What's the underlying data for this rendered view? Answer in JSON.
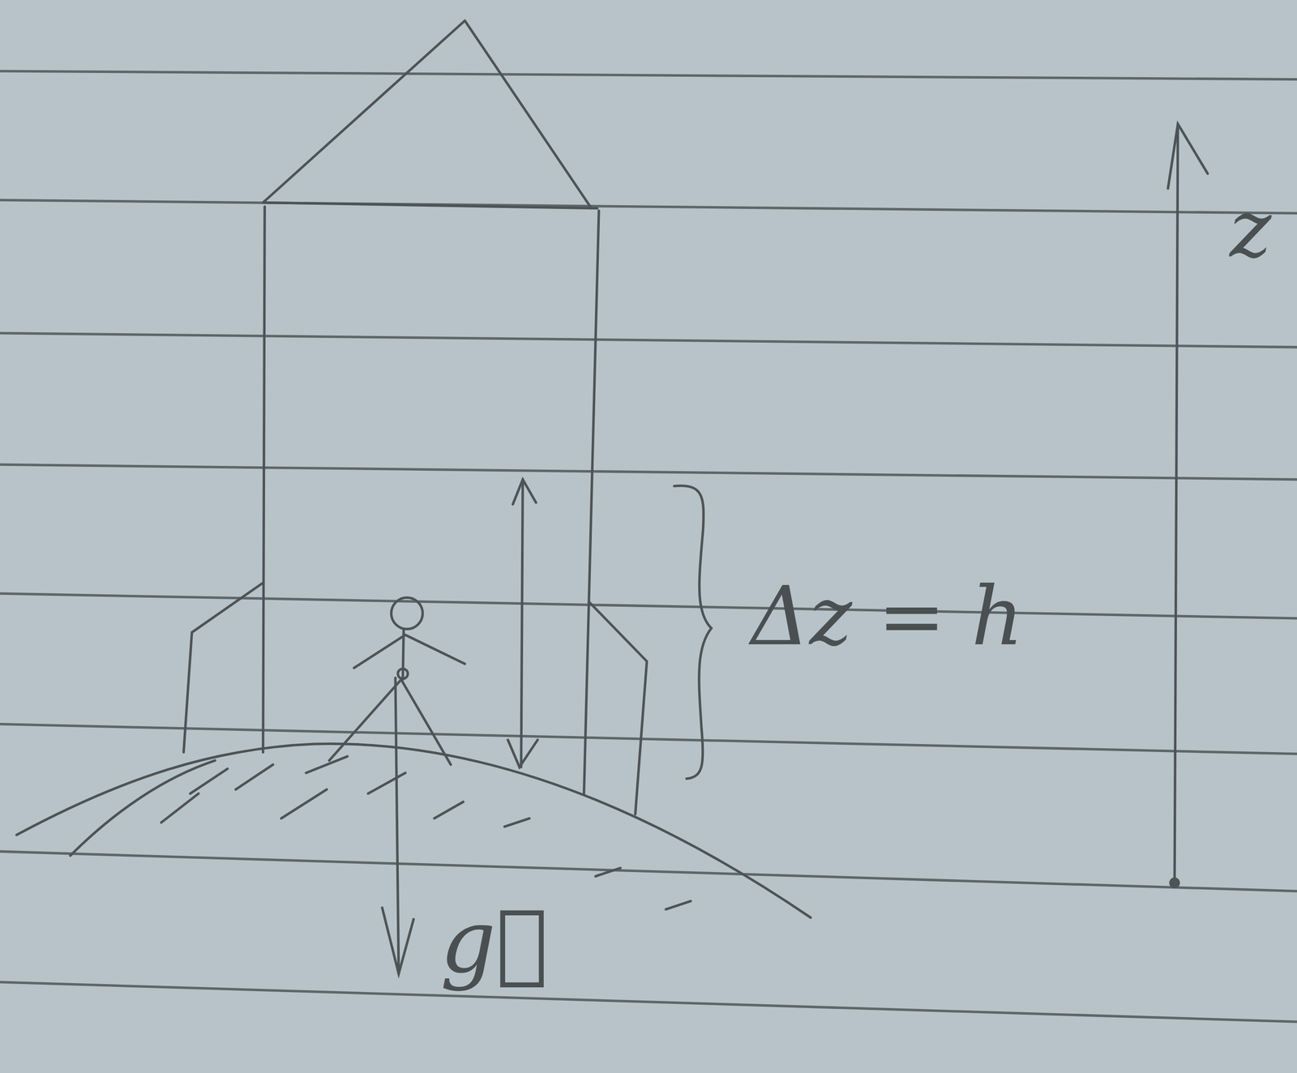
{
  "diagram": {
    "labels": [
      "Δz = h",
      "z",
      "g⃗"
    ]
  }
}
